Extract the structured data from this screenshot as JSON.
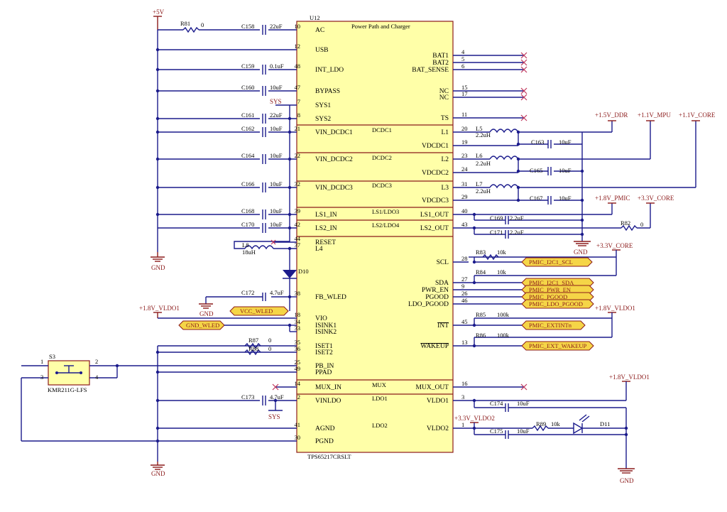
{
  "ic": {
    "ref": "U12",
    "title": "Power Path and Charger",
    "part": "TPS65217CRSLT",
    "blocks": {
      "dcdc1": "DCDC1",
      "dcdc2": "DCDC2",
      "dcdc3": "DCDC3",
      "ls1": "LS1/LDO3",
      "ls2": "LS2/LDO4",
      "mux": "MUX",
      "ldo1": "LDO1",
      "ldo2": "LDO2"
    },
    "left_pins": [
      {
        "num": "10",
        "name": "AC"
      },
      {
        "num": "12",
        "name": "USB"
      },
      {
        "num": "48",
        "name": "INT_LDO"
      },
      {
        "num": "47",
        "name": "BYPASS"
      },
      {
        "num": "7",
        "name": "SYS1"
      },
      {
        "num": "8",
        "name": "SYS2"
      },
      {
        "num": "21",
        "name": "VIN_DCDC1"
      },
      {
        "num": "22",
        "name": "VIN_DCDC2"
      },
      {
        "num": "32",
        "name": "VIN_DCDC3"
      },
      {
        "num": "39",
        "name": "LS1_IN"
      },
      {
        "num": "42",
        "name": "LS2_IN"
      },
      {
        "num": "44",
        "name": "RESET"
      },
      {
        "num": "37",
        "name": "L4"
      },
      {
        "num": "38",
        "name": "FB_WLED"
      },
      {
        "num": "18",
        "name": "VIO"
      },
      {
        "num": "34",
        "name": "ISINK1"
      },
      {
        "num": "33",
        "name": "ISINK2"
      },
      {
        "num": "35",
        "name": "ISET1"
      },
      {
        "num": "36",
        "name": "ISET2"
      },
      {
        "num": "25",
        "name": "PB_IN"
      },
      {
        "num": "49",
        "name": "PPAD"
      },
      {
        "num": "14",
        "name": "MUX_IN"
      },
      {
        "num": "2",
        "name": "VINLDO"
      },
      {
        "num": "41",
        "name": "AGND"
      },
      {
        "num": "30",
        "name": "PGND"
      }
    ],
    "right_pins": [
      {
        "num": "4",
        "name": "BAT1"
      },
      {
        "num": "5",
        "name": "BAT2"
      },
      {
        "num": "6",
        "name": "BAT_SENSE"
      },
      {
        "num": "15",
        "name": "NC"
      },
      {
        "num": "17",
        "name": "NC"
      },
      {
        "num": "11",
        "name": "TS"
      },
      {
        "num": "20",
        "name": "L1"
      },
      {
        "num": "19",
        "name": "VDCDC1"
      },
      {
        "num": "23",
        "name": "L2"
      },
      {
        "num": "24",
        "name": "VDCDC2"
      },
      {
        "num": "31",
        "name": "L3"
      },
      {
        "num": "29",
        "name": "VDCDC3"
      },
      {
        "num": "40",
        "name": "LS1_OUT"
      },
      {
        "num": "43",
        "name": "LS2_OUT"
      },
      {
        "num": "28",
        "name": "SCL"
      },
      {
        "num": "27",
        "name": "SDA"
      },
      {
        "num": "9",
        "name": "PWR_EN"
      },
      {
        "num": "26",
        "name": "PGOOD"
      },
      {
        "num": "46",
        "name": "LDO_PGOOD"
      },
      {
        "num": "45",
        "name": "INT"
      },
      {
        "num": "13",
        "name": "WAKEUP"
      },
      {
        "num": "16",
        "name": "MUX_OUT"
      },
      {
        "num": "3",
        "name": "VLDO1"
      },
      {
        "num": "1",
        "name": "VLDO2"
      }
    ]
  },
  "left_caps": [
    {
      "ref": "C158",
      "val": "22uF"
    },
    {
      "ref": "C159",
      "val": "0.1uF"
    },
    {
      "ref": "C160",
      "val": "10uF"
    },
    {
      "ref": "C161",
      "val": "22uF"
    },
    {
      "ref": "C162",
      "val": "10uF"
    },
    {
      "ref": "C164",
      "val": "10uF"
    },
    {
      "ref": "C166",
      "val": "10uF"
    },
    {
      "ref": "C168",
      "val": "10uF"
    },
    {
      "ref": "C170",
      "val": "10uF"
    },
    {
      "ref": "C172",
      "val": "4.7uF"
    },
    {
      "ref": "C173",
      "val": "4.7uF"
    }
  ],
  "right_caps": [
    {
      "ref": "C163",
      "val": "10uF"
    },
    {
      "ref": "C165",
      "val": "10uF"
    },
    {
      "ref": "C167",
      "val": "10uF"
    },
    {
      "ref": "C169",
      "val": "2.2uF"
    },
    {
      "ref": "C171",
      "val": "2.2uF"
    },
    {
      "ref": "C174",
      "val": "10uF"
    },
    {
      "ref": "C175",
      "val": "10uF"
    }
  ],
  "inductors": [
    {
      "ref": "L5",
      "val": "2.2uH"
    },
    {
      "ref": "L6",
      "val": "2.2uH"
    },
    {
      "ref": "L7",
      "val": "2.2uH"
    },
    {
      "ref": "L8",
      "val": "18uH"
    }
  ],
  "resistors": [
    {
      "ref": "R81",
      "val": "0"
    },
    {
      "ref": "R82",
      "val": "0"
    },
    {
      "ref": "R83",
      "val": "10k"
    },
    {
      "ref": "R84",
      "val": "10k"
    },
    {
      "ref": "R85",
      "val": "100k"
    },
    {
      "ref": "R86",
      "val": "100k"
    },
    {
      "ref": "R87",
      "val": "0"
    },
    {
      "ref": "R88",
      "val": "0"
    },
    {
      "ref": "R89",
      "val": "10k"
    }
  ],
  "diodes": {
    "d10": "D10",
    "d11": "D11"
  },
  "power": {
    "p5v": "+5V",
    "sys": "SYS",
    "v15ddr": "+1.5V_DDR",
    "v11mpu": "+1.1V_MPU",
    "v11core": "+1.1V_CORE",
    "v18pmic": "+1.8V_PMIC",
    "v33core": "+3.3V_CORE",
    "v18vldo1": "+1.8V_VLDO1",
    "v33vldo2": "+3.3V_VLDO2",
    "gnd": "GND"
  },
  "nets": {
    "pmic_i2c1_scl": "PMIC_I2C1_SCL",
    "pmic_i2c1_sda": "PMIC_I2C1_SDA",
    "pmic_pwr_en": "PMIC_PWR_EN",
    "pmic_pgood": "PMIC_PGOOD",
    "pmic_ldo_pgood": "PMIC_LDO_PGOOD",
    "pmic_extintn": "PMIC_EXTINTn",
    "pmic_ext_wakeup": "PMIC_EXT_WAKEUP",
    "vcc_wled": "VCC_WLED",
    "gnd_wled": "GND_WLED"
  },
  "switch": {
    "ref": "S3",
    "part": "KMR211G-LFS",
    "pins": [
      "1",
      "2",
      "3",
      "4"
    ]
  },
  "colors": {
    "wire": "#1b1b8c",
    "chip_fill": "#ffffa8",
    "chip_border": "#8b1a1a",
    "tag_fill": "#f5d547",
    "noconnect": "#c0365c"
  }
}
